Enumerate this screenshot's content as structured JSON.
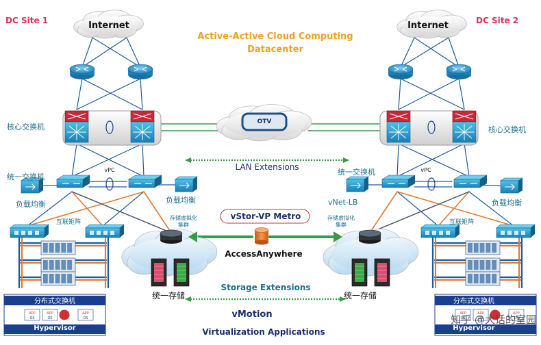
{
  "title_line1": "Active-Active  Cloud  Computing",
  "title_line2": "Datacenter",
  "site1": {
    "label": "DC Site 1",
    "internet": "Internet",
    "core_switch": "核心交换机",
    "unified_switch": "统一交换机",
    "load_balance_left": "负载均衡",
    "load_balance_right": "负载均衡",
    "vpc": "vPC",
    "fabric": "互联矩阵",
    "storage_virt_1": "存储虚拟化",
    "storage_virt_2": "集群",
    "unified_storage": "统一存储",
    "distributed_switch": "分布式交换机",
    "hypervisor": "Hypervisor"
  },
  "site2": {
    "label": "DC Site 2",
    "internet": "Internet",
    "core_switch": "核心交换机",
    "unified_switch": "统一交换机",
    "load_balance_right": "负载均衡",
    "vnet_lb": "vNet-LB",
    "vpc": "vPC",
    "fabric": "互联矩阵",
    "storage_virt_1": "存储虚拟化",
    "storage_virt_2": "集群",
    "unified_storage": "统一存储",
    "distributed_switch": "分布式交换机",
    "hypervisor": "Hypervisor"
  },
  "center": {
    "otv": "OTV",
    "lan_extensions": "LAN Extensions",
    "vstor": "vStor-VP Metro",
    "access_anywhere": "AccessAnywhere",
    "storage_extensions": "Storage Extensions",
    "vmotion": "vMotion",
    "virtualization_apps": "Virtualization Applications"
  },
  "vm_labels": {
    "app": "APP",
    "os": "OS"
  },
  "watermark": "知乎 @大话的室园",
  "colors": {
    "title_orange": "#f0a020",
    "site_label_red": "#e0305a",
    "teal_text": "#1a6e8a",
    "navy_text": "#1a2e6e",
    "router_blue": "#2a8fc8",
    "switch_teal": "#2a9cc4",
    "link_blue": "#1a5aa0",
    "link_orange": "#e07a30",
    "link_green": "#3a9a4a",
    "cloud_gray": "#e8e8e8",
    "cloud_blue": "#cfe6f6",
    "storage_pink": "#d85070",
    "storage_green": "#3aaa4a",
    "cylinder_orange": "#e67830",
    "hypervisor_navy": "#1a3f8f"
  }
}
